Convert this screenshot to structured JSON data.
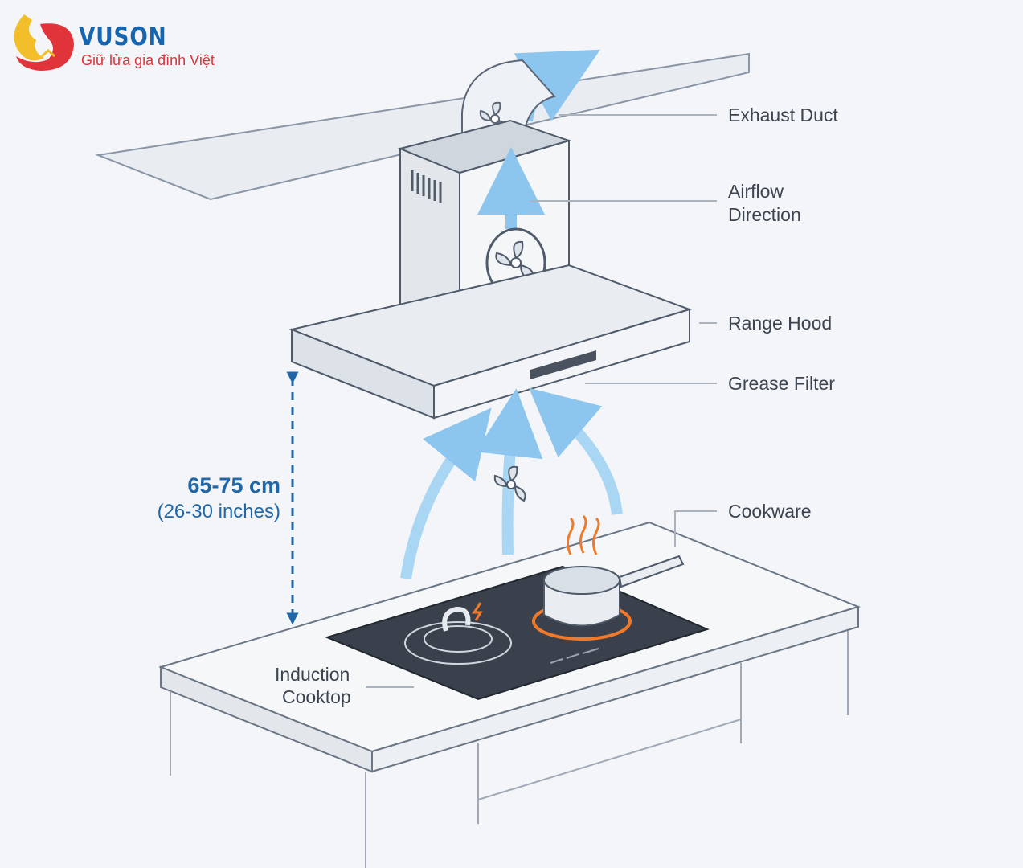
{
  "logo": {
    "brand": "VUSON",
    "slogan": "Giữ lửa gia đình Việt"
  },
  "labels": {
    "exhaust_duct": "Exhaust Duct",
    "airflow_line1": "Airflow",
    "airflow_line2": "Direction",
    "range_hood": "Range Hood",
    "grease_filter": "Grease Filter",
    "cookware": "Cookware",
    "induction_line1": "Induction",
    "induction_line2": "Cooktop"
  },
  "dimension": {
    "metric": "65-75 cm",
    "imperial": "(26-30 inches)"
  },
  "colors": {
    "accent": "#1f67a8",
    "airflow": "#9fd0f0",
    "heat": "#f07a2a"
  }
}
